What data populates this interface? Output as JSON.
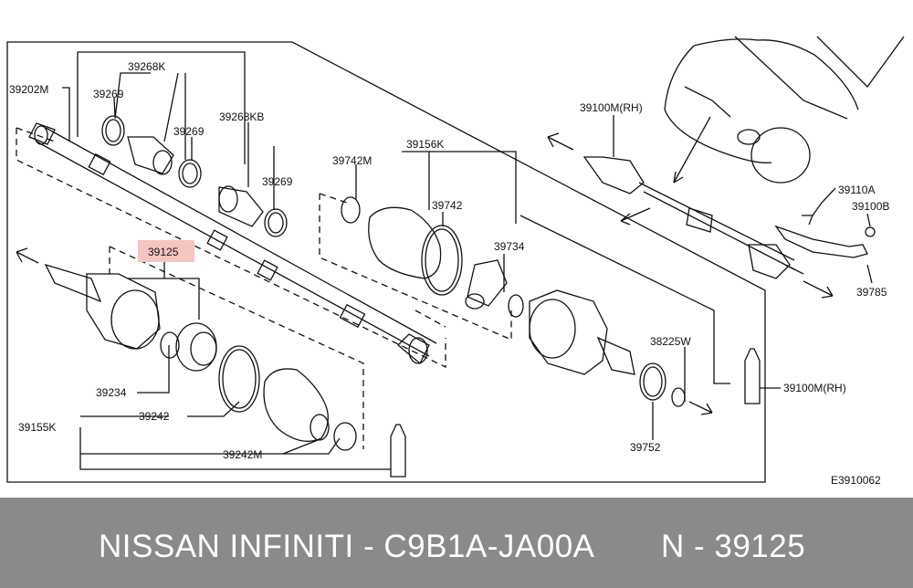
{
  "diagram": {
    "code": "E3910062",
    "highlight_color": "#f7c5c0",
    "labels": {
      "p39202M": "39202M",
      "p39268K": "39268K",
      "p39269a": "39269",
      "p39269b": "39269",
      "p39268KB": "39268KB",
      "p39269c": "39269",
      "p39156K": "39156K",
      "p39742M": "39742M",
      "p39742": "39742",
      "p39734": "39734",
      "p39125": "39125",
      "p39234": "39234",
      "p39242": "39242",
      "p39155K": "39155K",
      "p39242M": "39242M",
      "p38225W": "38225W",
      "p39752": "39752",
      "p39100M_RH_bottom": "39100M(RH)",
      "p39100M_RH_top": "39100M(RH)",
      "p39110A": "39110A",
      "p39100B": "39100B",
      "p39785": "39785"
    }
  },
  "footer": {
    "background": "#8a8a8a",
    "brand": "NISSAN INFINITI - C9B1A-JA00A",
    "part": "N - 39125"
  }
}
